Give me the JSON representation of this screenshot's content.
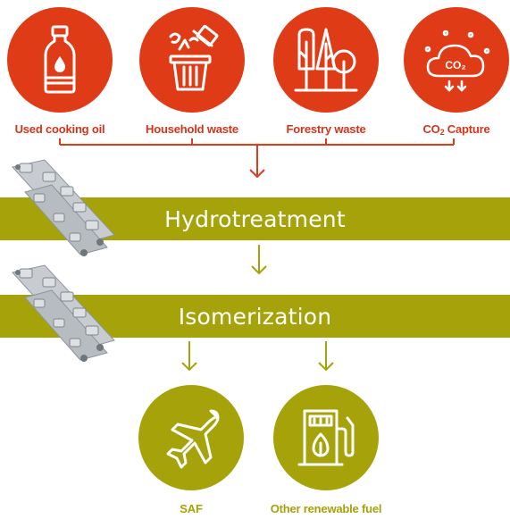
{
  "feedstocks": [
    {
      "label": "Used cooking oil",
      "icon": "oil-bottle-icon"
    },
    {
      "label": "Household waste",
      "icon": "trash-bin-icon"
    },
    {
      "label": "Forestry waste",
      "icon": "trees-icon"
    },
    {
      "label_main": "CO",
      "label_sub": "2",
      "label_rest": " Capture",
      "icon": "co2-cloud-icon",
      "icon_text": "CO₂"
    }
  ],
  "processes": [
    {
      "label": "Hydrotreatment"
    },
    {
      "label": "Isomerization"
    }
  ],
  "products": [
    {
      "label": "SAF",
      "icon": "airplane-icon"
    },
    {
      "label": "Other renewable fuel",
      "icon": "fuel-pump-icon"
    }
  ],
  "colors": {
    "feedstock": "#df3b17",
    "process": "#a5a20a",
    "product": "#a5a20a",
    "text_on_band": "#ffffff"
  }
}
